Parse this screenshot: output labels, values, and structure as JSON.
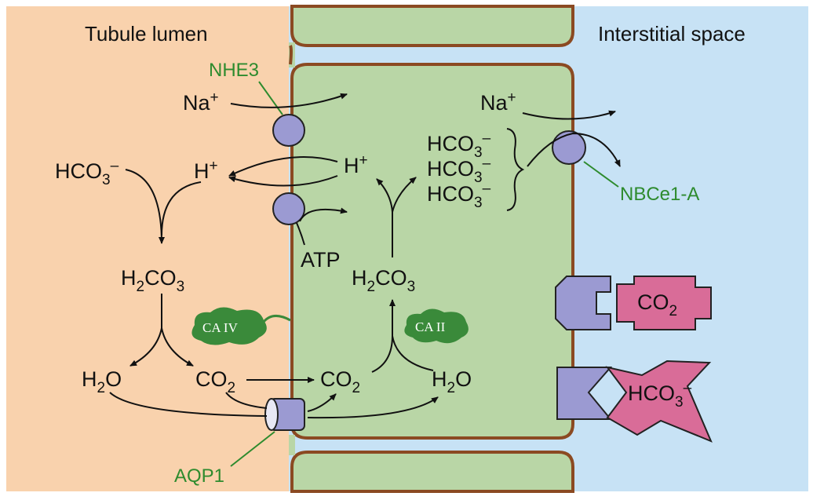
{
  "regions": {
    "lumen_title": "Tubule lumen",
    "interstitial_title": "Interstitial space"
  },
  "transporters": {
    "nhe3": "NHE3",
    "nbce1a": "NBCe1-A",
    "aqp1": "AQP1"
  },
  "enzymes": {
    "ca_iv": "CA IV",
    "ca_ii": "CA II"
  },
  "species": {
    "na_lumen": {
      "base": "Na",
      "sup": "+"
    },
    "na_interstitial": {
      "base": "Na",
      "sup": "+"
    },
    "h_lumen": {
      "base": "H",
      "sup": "+"
    },
    "h_cell": {
      "base": "H",
      "sup": "+"
    },
    "hco3_lumen": {
      "base": "HCO",
      "sub": "3",
      "sup": "–"
    },
    "hco3_cell_1": {
      "base": "HCO",
      "sub": "3",
      "sup": "–"
    },
    "hco3_cell_2": {
      "base": "HCO",
      "sub": "3",
      "sup": "–"
    },
    "hco3_cell_3": {
      "base": "HCO",
      "sub": "3",
      "sup": "–"
    },
    "h2co3_lumen": {
      "pre": "H",
      "sub": "2",
      "post": "CO",
      "sub2": "3"
    },
    "h2co3_cell": {
      "pre": "H",
      "sub": "2",
      "post": "CO",
      "sub2": "3"
    },
    "h2o_lumen": {
      "pre": "H",
      "sub": "2",
      "post": "O"
    },
    "h2o_cell": {
      "pre": "H",
      "sub": "2",
      "post": "O"
    },
    "co2_lumen": {
      "pre": "CO",
      "sub": "2"
    },
    "co2_cell": {
      "pre": "CO",
      "sub": "2"
    },
    "atp": "ATP"
  },
  "legend": {
    "co2_block": {
      "pre": "CO",
      "sub": "2"
    },
    "hco3_block": {
      "base": "HCO",
      "sub": "3",
      "sup": "–"
    }
  },
  "colors": {
    "lumen": "#f9d2ad",
    "cell": "#b9d6a6",
    "interstitial": "#c7e2f5",
    "membrane": "#8b4a22",
    "transporter": "#9b9ad2",
    "enzyme": "#3a8a3a",
    "label_green": "#2e8b2e",
    "pink": "#d96c98"
  }
}
